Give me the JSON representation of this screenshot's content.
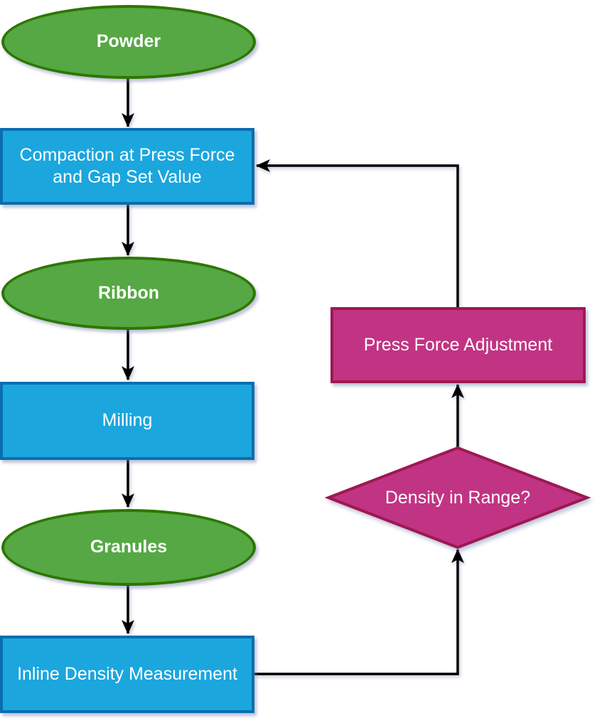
{
  "diagram": {
    "type": "flowchart",
    "background": "#FFFFFF"
  },
  "colors": {
    "terminal_fill": "#55A843",
    "terminal_stroke": "#2D7600",
    "process_fill": "#1BA6DE",
    "process_stroke": "#0A6EAF",
    "decision_fill": "#C13483",
    "decision_stroke": "#9E1853",
    "connector": "#000000",
    "text": "#FFFFFF"
  },
  "nodes": {
    "powder": {
      "label": "Powder",
      "shape": "ellipse"
    },
    "compaction": {
      "label": "Compaction at Press Force and Gap Set Value",
      "shape": "process"
    },
    "ribbon": {
      "label": "Ribbon",
      "shape": "ellipse"
    },
    "milling": {
      "label": "Milling",
      "shape": "process"
    },
    "granules": {
      "label": "Granules",
      "shape": "ellipse"
    },
    "inline_density": {
      "label": "Inline Density Measurement",
      "shape": "process"
    },
    "density_in_range": {
      "label": "Density in Range?",
      "shape": "decision"
    },
    "press_force_adjustment": {
      "label": "Press Force Adjustment",
      "shape": "process"
    }
  },
  "edges": [
    {
      "from": "powder",
      "to": "compaction"
    },
    {
      "from": "compaction",
      "to": "ribbon"
    },
    {
      "from": "ribbon",
      "to": "milling"
    },
    {
      "from": "milling",
      "to": "granules"
    },
    {
      "from": "granules",
      "to": "inline_density"
    },
    {
      "from": "inline_density",
      "to": "density_in_range"
    },
    {
      "from": "density_in_range",
      "to": "press_force_adjustment"
    },
    {
      "from": "press_force_adjustment",
      "to": "compaction"
    }
  ]
}
